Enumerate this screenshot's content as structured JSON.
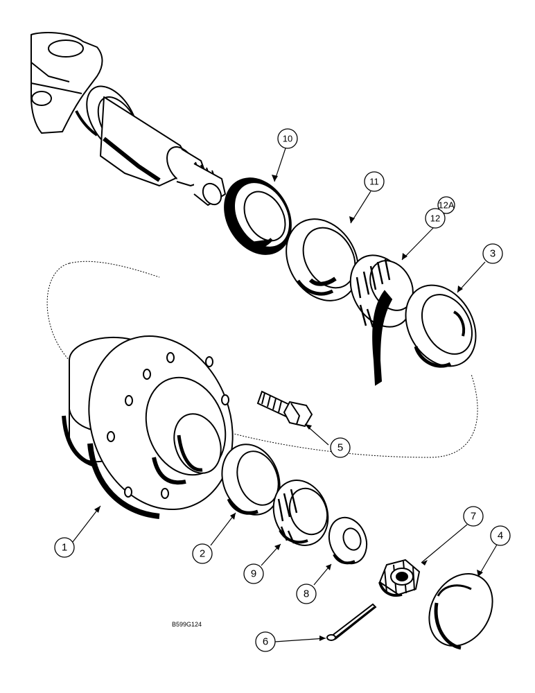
{
  "figure_code": "B599G124",
  "callouts": [
    {
      "id": "1",
      "label": "1"
    },
    {
      "id": "2",
      "label": "2"
    },
    {
      "id": "3",
      "label": "3"
    },
    {
      "id": "4",
      "label": "4"
    },
    {
      "id": "5",
      "label": "5"
    },
    {
      "id": "6",
      "label": "6"
    },
    {
      "id": "7",
      "label": "7"
    },
    {
      "id": "8",
      "label": "8"
    },
    {
      "id": "9",
      "label": "9"
    },
    {
      "id": "10",
      "label": "10"
    },
    {
      "id": "11",
      "label": "11"
    },
    {
      "id": "12",
      "label": "12"
    },
    {
      "id": "12A",
      "label": "12A"
    }
  ]
}
